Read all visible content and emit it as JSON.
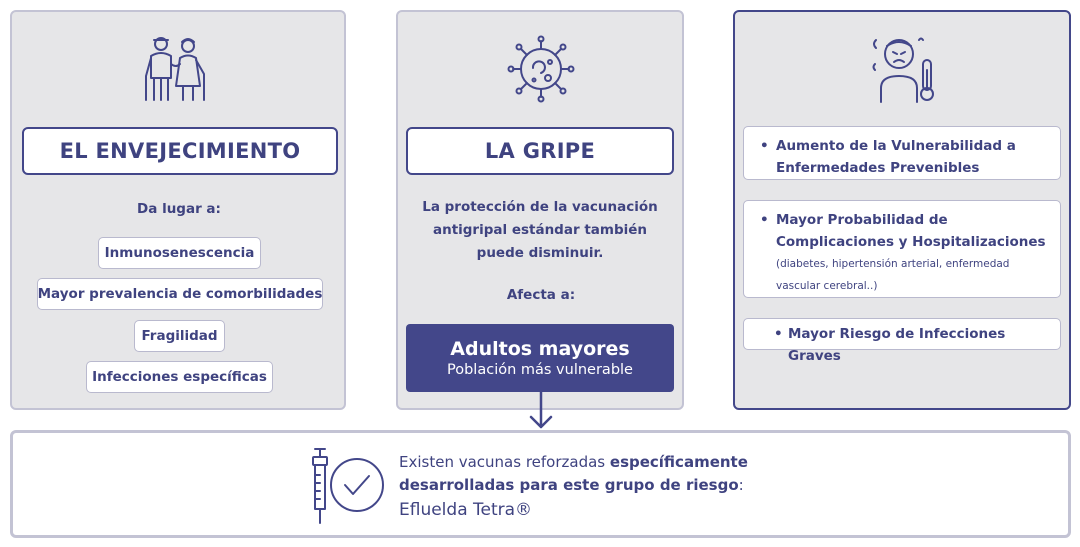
{
  "aging": {
    "title": "EL ENVEJECIMIENTO",
    "lead": "Da lugar a:",
    "items": [
      "Inmunosenescencia",
      "Mayor prevalencia de comorbilidades",
      "Fragilidad",
      "Infecciones específicas"
    ],
    "icon": "elderly-couple-icon"
  },
  "flu": {
    "title": "LA GRIPE",
    "description": "La protección de la vacunación antigripal estándar también puede disminuir.",
    "affects_label": "Afecta a:",
    "highlight_title": "Adultos mayores",
    "highlight_subtitle": "Población más vulnerable",
    "icon": "virus-icon"
  },
  "consequences": {
    "icon": "sick-person-thermometer-icon",
    "items": [
      {
        "text": "Aumento de la Vulnerabilidad a Enfermedades Prevenibles"
      },
      {
        "text": "Mayor Probabilidad de Complicaciones y Hospitalizaciones",
        "note": "(diabetes, hipertensión arterial, enfermedad vascular cerebral..)"
      },
      {
        "text": "Mayor Riesgo de Infecciones Graves"
      }
    ]
  },
  "vaccine": {
    "text_pre": "Existen vacunas reforzadas ",
    "text_bold": "específicamente desarrolladas para este grupo de riesgo",
    "text_post": ":",
    "product": "Efluelda Tetra®",
    "icon": "syringe-check-icon"
  },
  "bullet": "•",
  "colors": {
    "primary": "#43478a",
    "panel": "#e6e6e8",
    "border": "#c3c3d4"
  }
}
